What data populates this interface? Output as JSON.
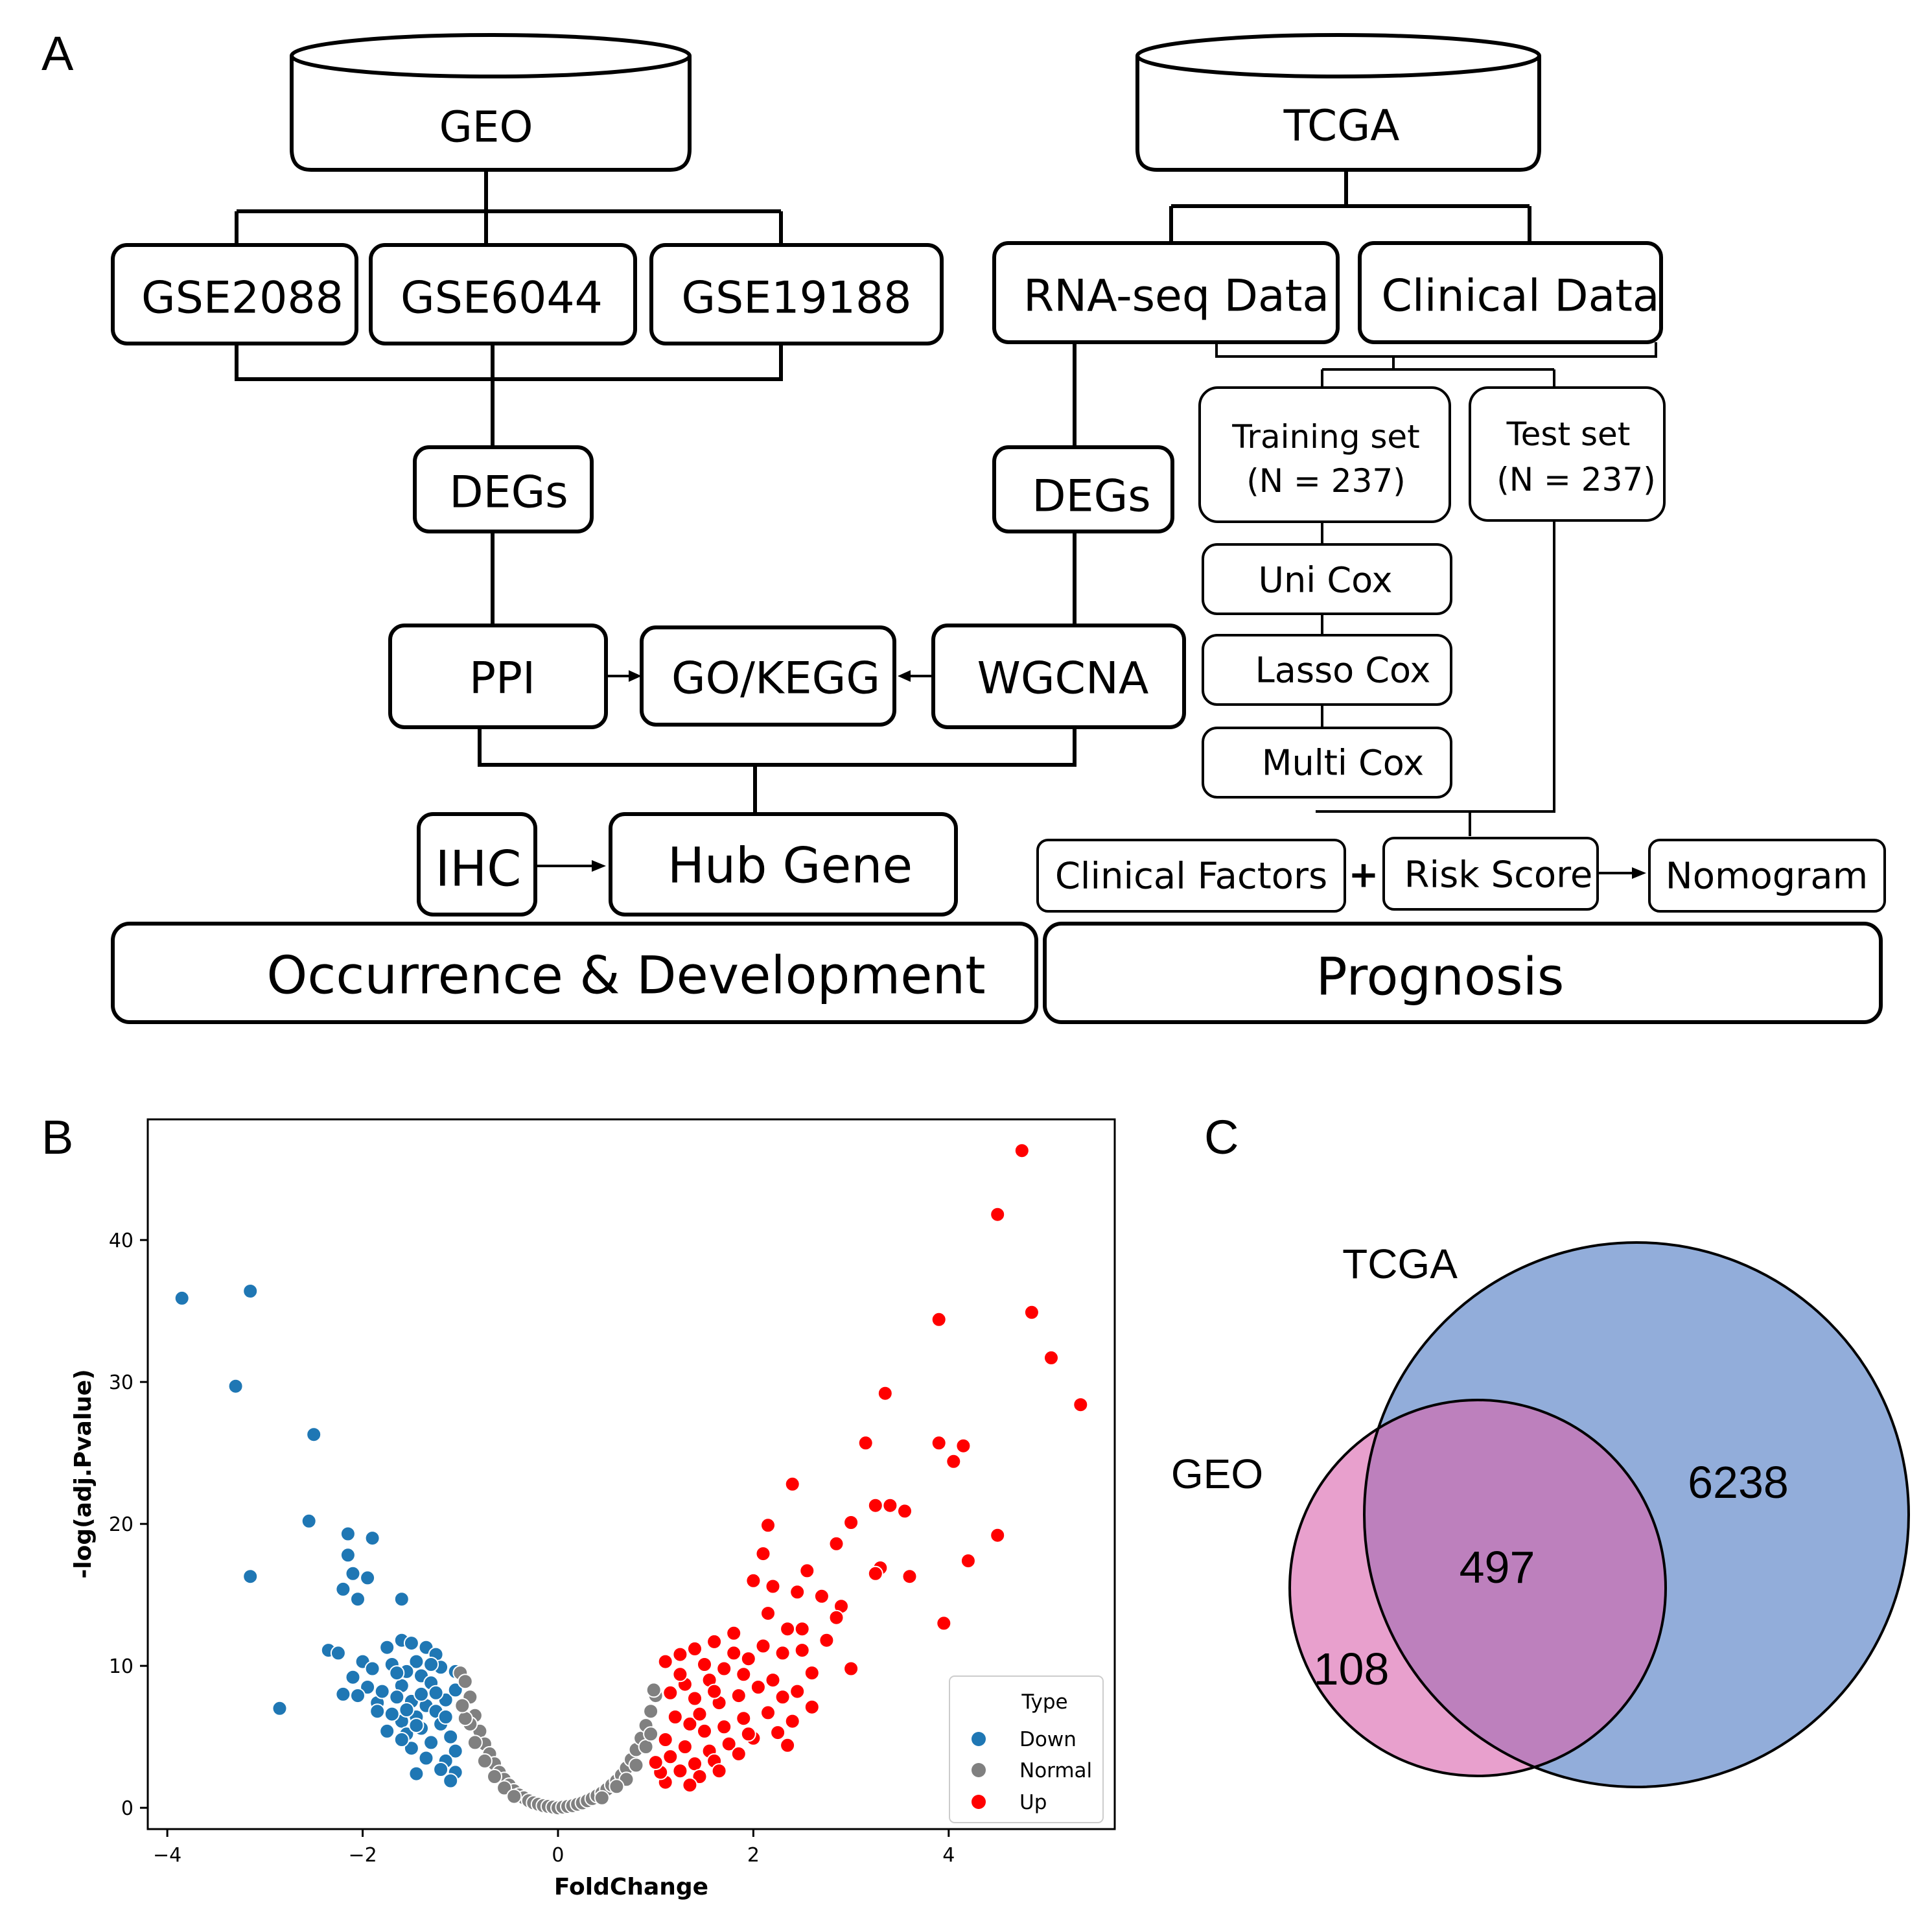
{
  "panel_labels": {
    "a": "A",
    "b": "B",
    "c": "C"
  },
  "flowchart": {
    "db_geo": "GEO",
    "db_tcga": "TCGA",
    "gse2088": "GSE2088",
    "gse6044": "GSE6044",
    "gse19188": "GSE19188",
    "rnaseq": "RNA-seq Data",
    "clinical": "Clinical Data",
    "training_l1": "Training set",
    "training_l2": "(N = 237)",
    "test_l1": "Test  set",
    "test_l2": "(N = 237)",
    "degs_left": "DEGs",
    "degs_right": "DEGs",
    "unicox": "Uni Cox",
    "lassocox": "Lasso Cox",
    "multicox": "Multi Cox",
    "ppi": "PPI",
    "gokegg": "GO/KEGG",
    "wgcna": "WGCNA",
    "ihc": "IHC",
    "hubgene": "Hub Gene",
    "clinical_factors": "Clinical Factors",
    "plus": "+",
    "risk_score": "Risk Score",
    "nomogram": "Nomogram",
    "occurrence": "Occurrence & Development",
    "prognosis": "Prognosis"
  },
  "chart_data": [
    {
      "type": "scatter",
      "title": "",
      "xlabel": "FoldChange",
      "ylabel": "-log(adj.Pvalue)",
      "xlim": [
        -4.2,
        5.7
      ],
      "ylim": [
        -1.5,
        48.5
      ],
      "xticks": [
        -4,
        -2,
        0,
        2,
        4
      ],
      "yticks": [
        0,
        10,
        20,
        30,
        40
      ],
      "xtick_labels": [
        "−4",
        "−2",
        "0",
        "2",
        "4"
      ],
      "ytick_labels": [
        "0",
        "10",
        "20",
        "30",
        "40"
      ],
      "legend_title": "Type",
      "legend_position": "lower-right",
      "grid": false,
      "series": [
        {
          "name": "Down",
          "color": "#1f77b4",
          "points": [
            [
              -3.85,
              35.9
            ],
            [
              -3.15,
              36.4
            ],
            [
              -3.3,
              29.7
            ],
            [
              -3.15,
              16.3
            ],
            [
              -2.5,
              26.3
            ],
            [
              -2.55,
              20.2
            ],
            [
              -2.85,
              7.0
            ],
            [
              -2.15,
              19.3
            ],
            [
              -2.15,
              17.8
            ],
            [
              -1.9,
              19.0
            ],
            [
              -2.1,
              16.5
            ],
            [
              -2.2,
              15.4
            ],
            [
              -2.05,
              14.7
            ],
            [
              -1.95,
              16.2
            ],
            [
              -1.6,
              14.7
            ],
            [
              -2.35,
              11.1
            ],
            [
              -2.25,
              10.9
            ],
            [
              -2.0,
              10.3
            ],
            [
              -1.9,
              9.8
            ],
            [
              -2.1,
              9.2
            ],
            [
              -1.95,
              8.5
            ],
            [
              -2.05,
              7.9
            ],
            [
              -1.85,
              7.4
            ],
            [
              -2.2,
              8.0
            ],
            [
              -1.75,
              11.3
            ],
            [
              -1.6,
              11.8
            ],
            [
              -1.5,
              11.6
            ],
            [
              -1.35,
              11.3
            ],
            [
              -1.25,
              10.8
            ],
            [
              -1.45,
              10.3
            ],
            [
              -1.7,
              10.1
            ],
            [
              -1.55,
              9.6
            ],
            [
              -1.4,
              9.3
            ],
            [
              -1.2,
              9.9
            ],
            [
              -1.05,
              9.6
            ],
            [
              -1.3,
              8.8
            ],
            [
              -1.6,
              8.6
            ],
            [
              -1.8,
              8.2
            ],
            [
              -1.65,
              7.8
            ],
            [
              -1.5,
              7.5
            ],
            [
              -1.35,
              7.2
            ],
            [
              -1.15,
              7.6
            ],
            [
              -1.05,
              8.3
            ],
            [
              -1.25,
              6.8
            ],
            [
              -1.45,
              6.4
            ],
            [
              -1.6,
              6.1
            ],
            [
              -1.75,
              5.4
            ],
            [
              -1.55,
              5.2
            ],
            [
              -1.4,
              5.6
            ],
            [
              -1.2,
              5.9
            ],
            [
              -1.1,
              5.0
            ],
            [
              -1.3,
              4.6
            ],
            [
              -1.5,
              4.2
            ],
            [
              -1.05,
              4.0
            ],
            [
              -1.15,
              3.3
            ],
            [
              -1.35,
              3.5
            ],
            [
              -1.05,
              2.5
            ],
            [
              -1.2,
              2.7
            ],
            [
              -1.45,
              2.4
            ],
            [
              -1.1,
              1.9
            ],
            [
              -1.65,
              9.5
            ],
            [
              -1.85,
              6.8
            ],
            [
              -1.4,
              8.0
            ],
            [
              -1.25,
              8.1
            ],
            [
              -1.55,
              6.9
            ],
            [
              -1.7,
              6.6
            ],
            [
              -1.3,
              10.1
            ],
            [
              -1.15,
              6.4
            ],
            [
              -1.45,
              5.8
            ],
            [
              -1.6,
              4.8
            ]
          ]
        },
        {
          "name": "Normal",
          "color": "#808080",
          "points": [
            [
              -1.0,
              9.5
            ],
            [
              -0.95,
              8.9
            ],
            [
              -0.9,
              7.8
            ],
            [
              -0.85,
              6.5
            ],
            [
              -0.8,
              5.4
            ],
            [
              -0.75,
              4.5
            ],
            [
              -0.7,
              3.8
            ],
            [
              -0.65,
              3.1
            ],
            [
              -0.6,
              2.5
            ],
            [
              -0.55,
              2.0
            ],
            [
              -0.5,
              1.6
            ],
            [
              -0.45,
              1.2
            ],
            [
              -0.4,
              0.9
            ],
            [
              -0.35,
              0.7
            ],
            [
              -0.3,
              0.5
            ],
            [
              -0.25,
              0.35
            ],
            [
              -0.2,
              0.25
            ],
            [
              -0.15,
              0.15
            ],
            [
              -0.1,
              0.1
            ],
            [
              -0.05,
              0.05
            ],
            [
              0.0,
              0.0
            ],
            [
              0.05,
              0.05
            ],
            [
              0.1,
              0.1
            ],
            [
              0.15,
              0.15
            ],
            [
              0.2,
              0.25
            ],
            [
              0.25,
              0.35
            ],
            [
              0.3,
              0.5
            ],
            [
              0.35,
              0.65
            ],
            [
              0.4,
              0.85
            ],
            [
              0.45,
              1.05
            ],
            [
              0.5,
              1.3
            ],
            [
              0.55,
              1.6
            ],
            [
              0.6,
              1.9
            ],
            [
              0.65,
              2.3
            ],
            [
              0.7,
              2.8
            ],
            [
              0.75,
              3.4
            ],
            [
              0.8,
              4.1
            ],
            [
              0.85,
              4.9
            ],
            [
              0.9,
              5.8
            ],
            [
              0.95,
              6.8
            ],
            [
              1.0,
              7.9
            ],
            [
              0.98,
              8.3
            ],
            [
              -0.9,
              5.9
            ],
            [
              -0.85,
              4.6
            ],
            [
              -0.75,
              3.3
            ],
            [
              -0.95,
              6.3
            ],
            [
              -0.65,
              2.2
            ],
            [
              0.7,
              2.0
            ],
            [
              0.8,
              3.0
            ],
            [
              0.9,
              4.3
            ],
            [
              0.6,
              1.5
            ],
            [
              -0.55,
              1.4
            ],
            [
              -0.45,
              0.8
            ],
            [
              0.45,
              0.7
            ],
            [
              0.95,
              5.2
            ],
            [
              -0.98,
              7.2
            ]
          ]
        },
        {
          "name": "Up",
          "color": "#ff0000",
          "points": [
            [
              4.75,
              46.3
            ],
            [
              4.5,
              41.8
            ],
            [
              4.85,
              34.9
            ],
            [
              3.9,
              34.4
            ],
            [
              5.05,
              31.7
            ],
            [
              5.35,
              28.4
            ],
            [
              3.35,
              29.2
            ],
            [
              3.15,
              25.7
            ],
            [
              3.9,
              25.7
            ],
            [
              4.15,
              25.5
            ],
            [
              4.05,
              24.4
            ],
            [
              2.4,
              22.8
            ],
            [
              3.25,
              21.3
            ],
            [
              3.4,
              21.3
            ],
            [
              3.55,
              20.9
            ],
            [
              3.0,
              20.1
            ],
            [
              2.15,
              19.9
            ],
            [
              4.5,
              19.2
            ],
            [
              2.1,
              17.9
            ],
            [
              2.85,
              18.6
            ],
            [
              4.2,
              17.4
            ],
            [
              3.3,
              16.9
            ],
            [
              3.25,
              16.5
            ],
            [
              3.6,
              16.3
            ],
            [
              2.55,
              16.7
            ],
            [
              2.0,
              16.0
            ],
            [
              2.2,
              15.6
            ],
            [
              2.45,
              15.2
            ],
            [
              2.7,
              14.9
            ],
            [
              2.9,
              14.2
            ],
            [
              3.95,
              13.0
            ],
            [
              2.85,
              13.4
            ],
            [
              3.0,
              9.8
            ],
            [
              2.15,
              13.7
            ],
            [
              2.35,
              12.6
            ],
            [
              1.8,
              12.3
            ],
            [
              1.6,
              11.7
            ],
            [
              1.4,
              11.2
            ],
            [
              1.25,
              10.8
            ],
            [
              1.1,
              10.3
            ],
            [
              1.5,
              10.1
            ],
            [
              1.7,
              9.8
            ],
            [
              1.95,
              10.5
            ],
            [
              2.1,
              11.4
            ],
            [
              2.3,
              10.9
            ],
            [
              2.5,
              11.1
            ],
            [
              2.75,
              11.8
            ],
            [
              1.9,
              9.4
            ],
            [
              1.55,
              9.0
            ],
            [
              1.3,
              8.7
            ],
            [
              1.15,
              8.1
            ],
            [
              1.4,
              7.7
            ],
            [
              1.65,
              7.4
            ],
            [
              1.85,
              7.9
            ],
            [
              2.05,
              8.5
            ],
            [
              2.2,
              9.0
            ],
            [
              2.45,
              8.2
            ],
            [
              2.6,
              7.1
            ],
            [
              1.2,
              6.4
            ],
            [
              1.35,
              5.9
            ],
            [
              1.5,
              5.4
            ],
            [
              1.7,
              5.7
            ],
            [
              1.9,
              6.3
            ],
            [
              2.15,
              6.7
            ],
            [
              2.4,
              6.1
            ],
            [
              1.1,
              4.8
            ],
            [
              1.3,
              4.3
            ],
            [
              1.55,
              4.0
            ],
            [
              1.75,
              4.5
            ],
            [
              2.0,
              4.9
            ],
            [
              1.15,
              3.6
            ],
            [
              1.4,
              3.1
            ],
            [
              1.6,
              3.3
            ],
            [
              1.85,
              3.8
            ],
            [
              1.25,
              2.6
            ],
            [
              1.45,
              2.2
            ],
            [
              1.1,
              1.8
            ],
            [
              1.35,
              1.6
            ],
            [
              2.25,
              5.3
            ],
            [
              1.65,
              2.6
            ],
            [
              2.6,
              9.5
            ],
            [
              2.3,
              7.8
            ],
            [
              1.95,
              5.2
            ],
            [
              1.05,
              2.5
            ],
            [
              1.45,
              6.6
            ],
            [
              1.8,
              10.9
            ],
            [
              2.5,
              12.6
            ],
            [
              1.25,
              9.4
            ],
            [
              1.6,
              8.2
            ],
            [
              2.35,
              4.4
            ],
            [
              1.0,
              3.2
            ]
          ]
        }
      ]
    },
    {
      "type": "venn",
      "sets": [
        {
          "name": "TCGA",
          "color": "#7f9fd3"
        },
        {
          "name": "GEO",
          "color": "#e48fc4"
        }
      ],
      "overlap_color": "#bd80bd",
      "regions": {
        "geo_only": 108,
        "both": 497,
        "tcga_only": 6238
      }
    }
  ]
}
